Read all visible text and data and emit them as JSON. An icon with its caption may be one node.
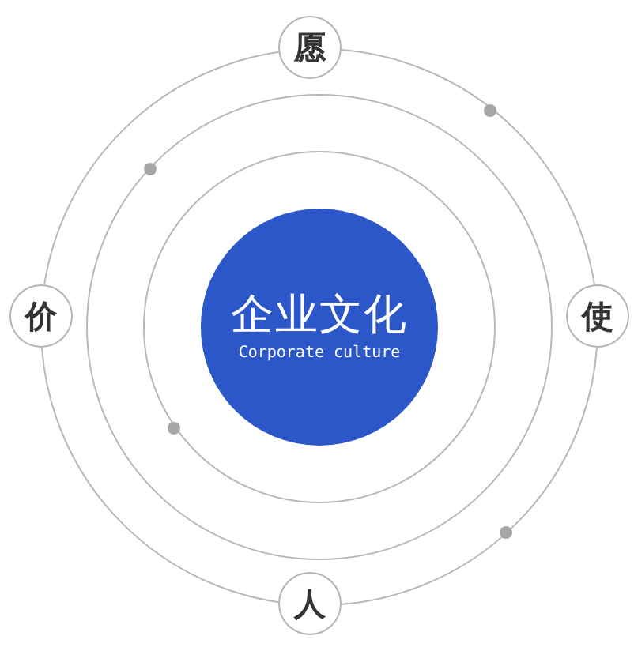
{
  "diagram": {
    "nodes": [
      {
        "text": [
          "企业文化",
          "Corporate culture"
        ]
      },
      {
        "text": [
          "愿"
        ]
      },
      {
        "text": [
          "使"
        ]
      },
      {
        "text": [
          "价"
        ]
      },
      {
        "text": [
          "人"
        ]
      }
    ]
  }
}
